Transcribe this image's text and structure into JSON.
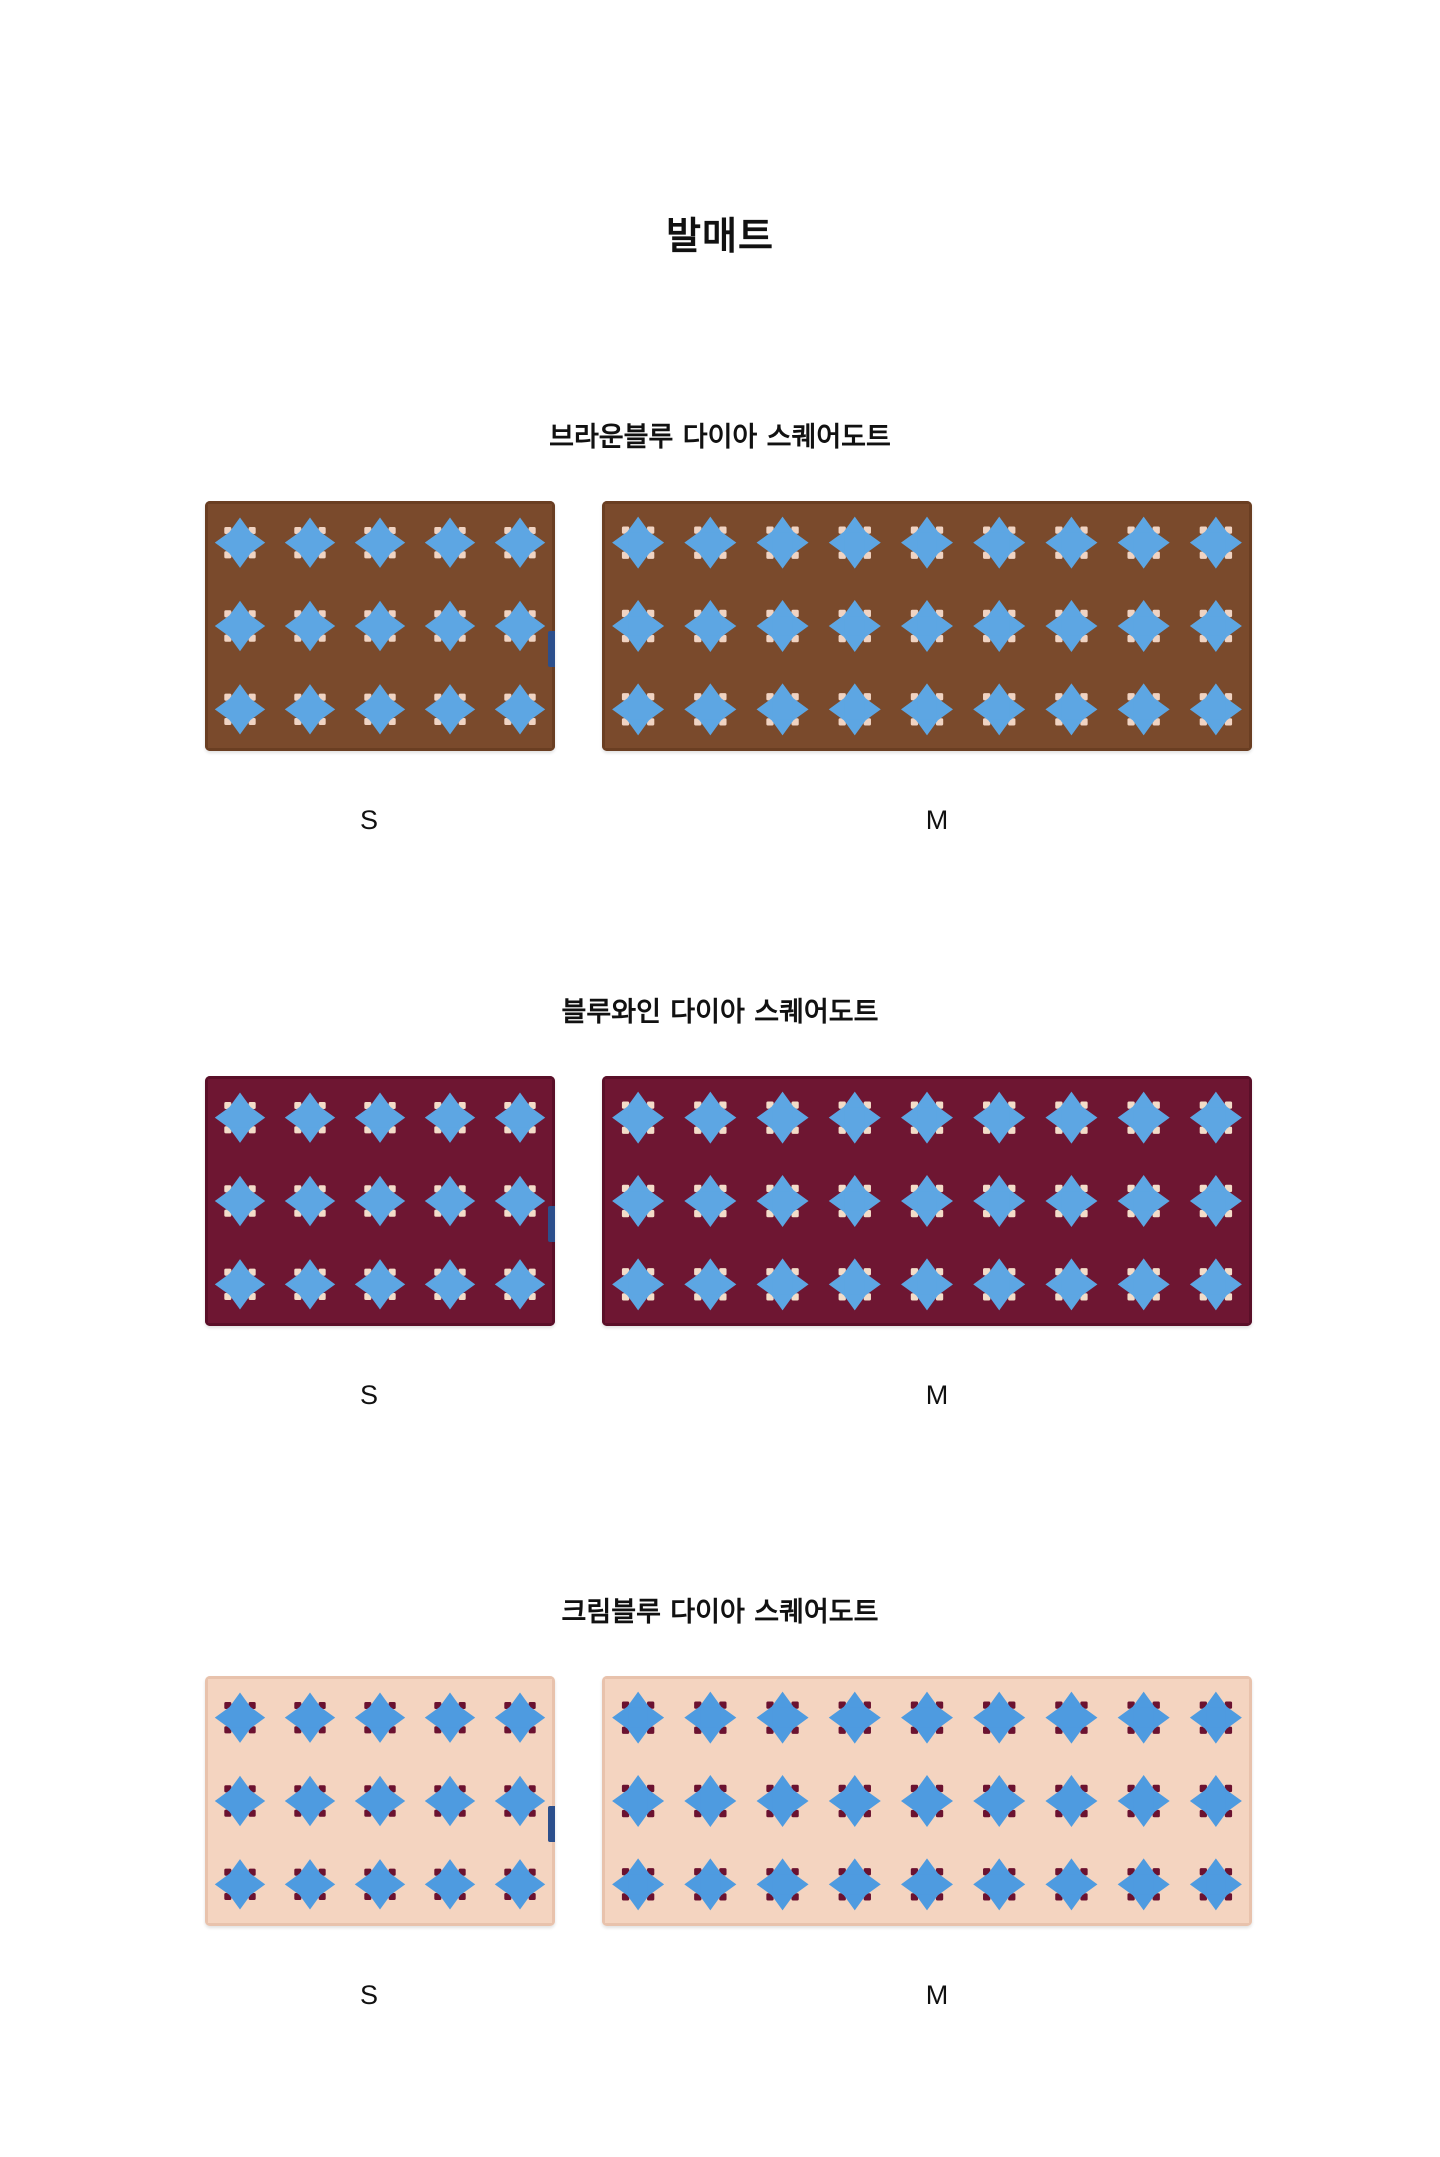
{
  "page_title": "발매트",
  "sections": [
    {
      "title": "브라운블루 다이아 스퀘어도트",
      "size_small": "S",
      "size_medium": "M",
      "colors": {
        "base": "#7a4a2c",
        "diamond": "#5da6e3",
        "dot": "#f0d3c2",
        "edge": "#6a3e22"
      }
    },
    {
      "title": "블루와인 다이아 스퀘어도트",
      "size_small": "S",
      "size_medium": "M",
      "colors": {
        "base": "#6e1632",
        "diamond": "#5da6e3",
        "dot": "#f3dcc8",
        "edge": "#5a0f28"
      }
    },
    {
      "title": "크림블루 다이아 스퀘어도트",
      "size_small": "S",
      "size_medium": "M",
      "colors": {
        "base": "#f4d4c0",
        "diamond": "#4e9be0",
        "dot": "#6b1230",
        "edge": "#e8c2ac"
      }
    }
  ]
}
